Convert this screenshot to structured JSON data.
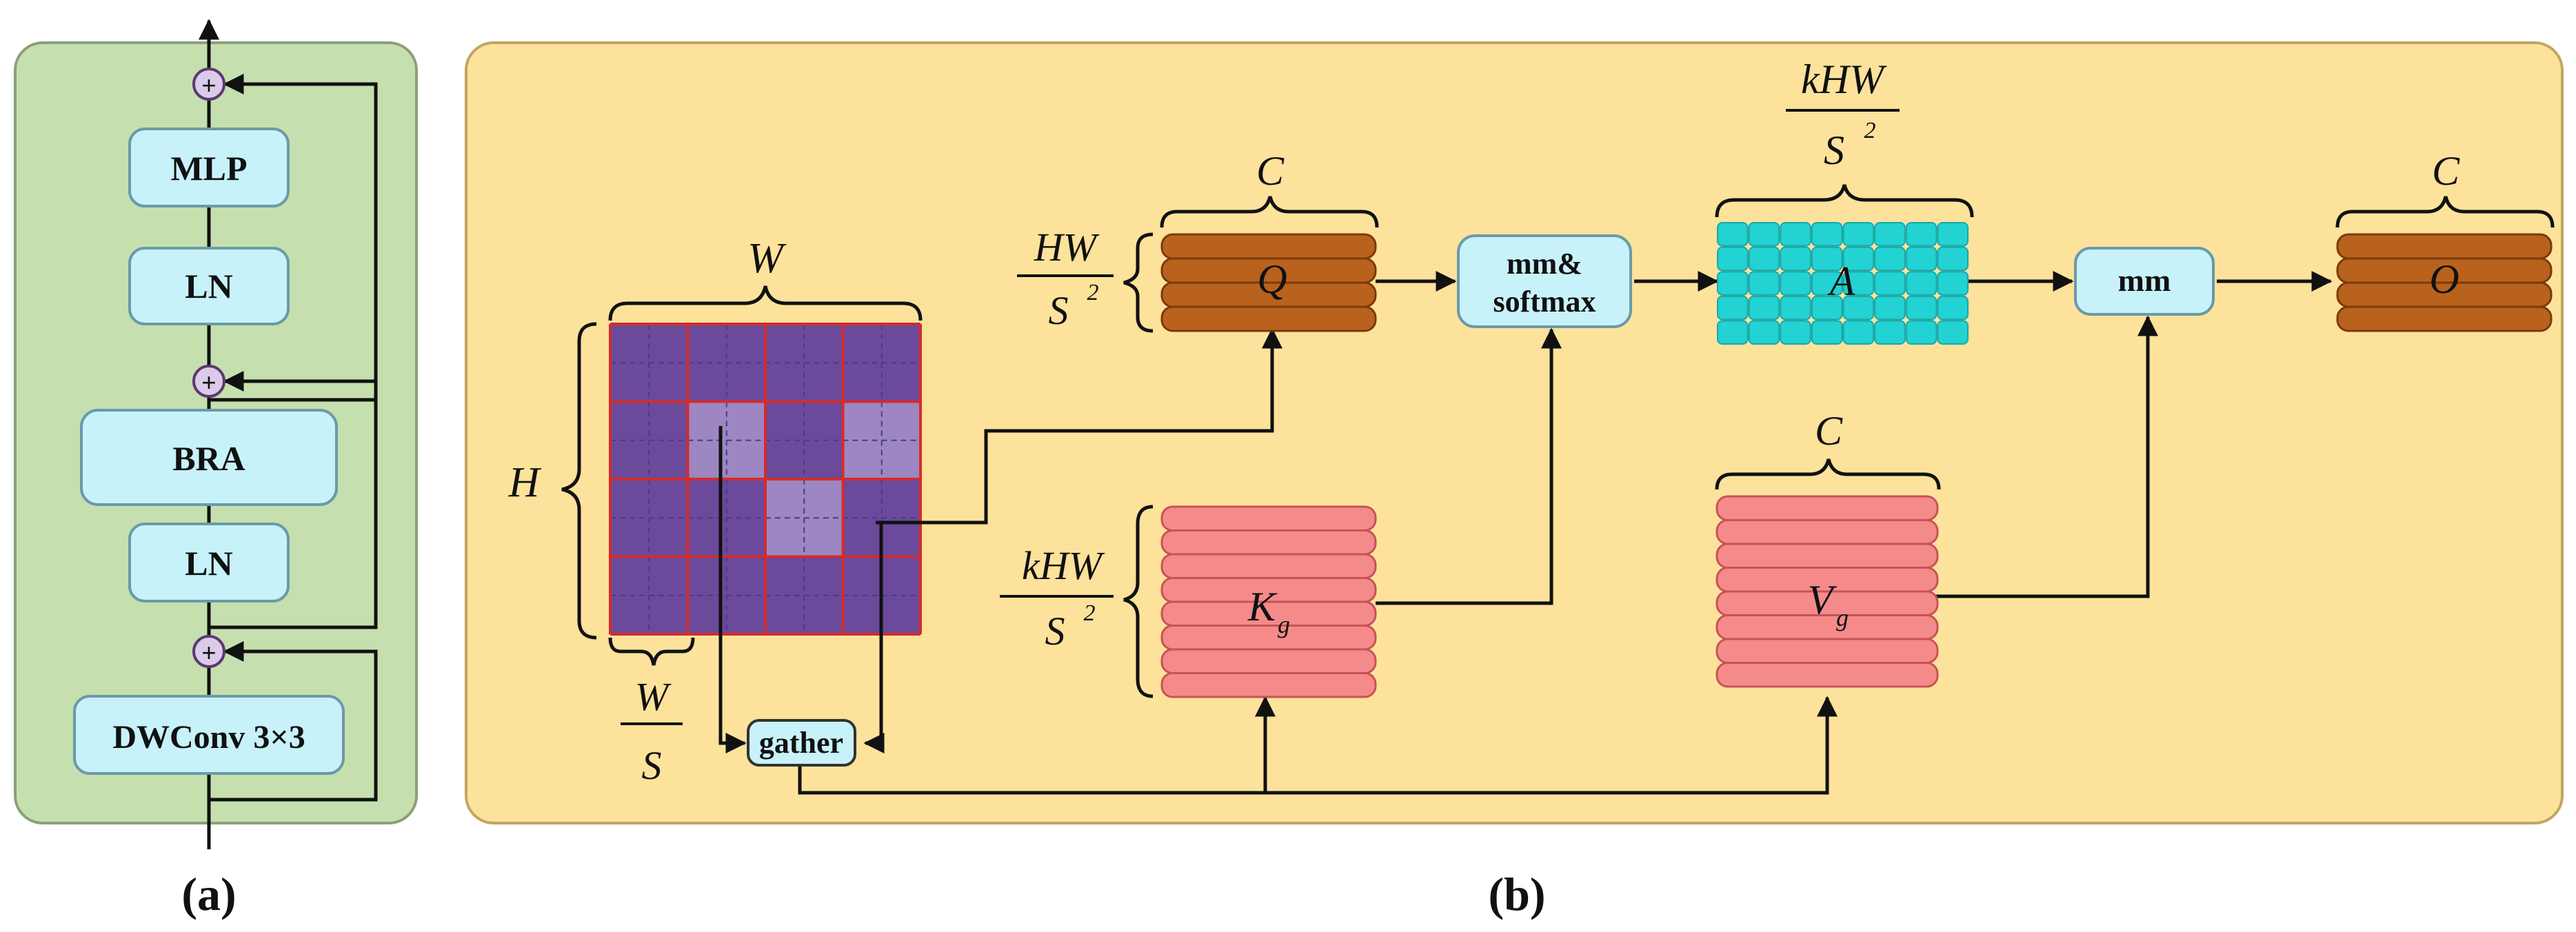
{
  "panel_a": {
    "label": "(a)",
    "blocks": {
      "mlp": "MLP",
      "ln_top": "LN",
      "bra": "BRA",
      "ln_bottom": "LN",
      "dwconv": "DWConv 3×3"
    },
    "add_symbol": "+"
  },
  "panel_b": {
    "label": "(b)",
    "grid": {
      "rows": 4,
      "cols": 4,
      "highlighted": [
        [
          1,
          1
        ],
        [
          1,
          3
        ],
        [
          2,
          2
        ]
      ]
    },
    "dims": {
      "grid_width": "W",
      "grid_height": "H",
      "cell_w_num": "W",
      "cell_w_den": "S",
      "q_rows_num": "HW",
      "q_rows_den": "S",
      "kv_rows_num": "kHW",
      "kv_rows_den": "S",
      "a_cols_num": "kHW",
      "a_cols_den": "S",
      "channel": "C",
      "square": "2"
    },
    "tensors": {
      "q": "Q",
      "k": "K",
      "k_sub": "g",
      "v": "V",
      "v_sub": "g",
      "a": "A",
      "o": "O"
    },
    "ops": {
      "gather": "gather",
      "mm_softmax_1": "mm&",
      "mm_softmax_2": "softmax",
      "mm": "mm"
    }
  },
  "colors": {
    "panel_a_bg": "#c6dfae",
    "panel_b_bg": "#fde29c",
    "block_fill": "#c8f2fa",
    "grid_fill": "#6b4a9c",
    "grid_highlight": "#9c87c2",
    "grid_line": "#d42b2b",
    "q_o_fill": "#b8621d",
    "kv_fill": "#f58a8a",
    "a_fill": "#23d2d2",
    "add_fill": "#dccbe8"
  }
}
